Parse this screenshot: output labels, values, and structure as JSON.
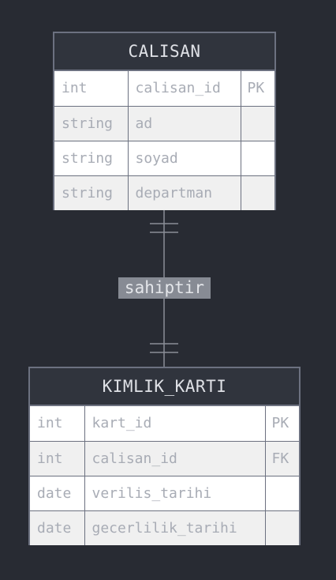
{
  "entities": [
    {
      "name": "CALISAN",
      "attributes": [
        {
          "type": "int",
          "name": "calisan_id",
          "key": "PK"
        },
        {
          "type": "string",
          "name": "ad",
          "key": ""
        },
        {
          "type": "string",
          "name": "soyad",
          "key": ""
        },
        {
          "type": "string",
          "name": "departman",
          "key": ""
        }
      ]
    },
    {
      "name": "KIMLIK_KARTI",
      "attributes": [
        {
          "type": "int",
          "name": "kart_id",
          "key": "PK"
        },
        {
          "type": "int",
          "name": "calisan_id",
          "key": "FK"
        },
        {
          "type": "date",
          "name": "verilis_tarihi",
          "key": ""
        },
        {
          "type": "date",
          "name": "gecerlilik_tarihi",
          "key": ""
        }
      ]
    }
  ],
  "relationship": {
    "label": "sahiptir",
    "from_cardinality": "exactly-one",
    "to_cardinality": "exactly-one"
  },
  "colors": {
    "background": "#282b33",
    "header": "#30343d",
    "border": "#6c7180",
    "label_bg": "#878b94"
  }
}
